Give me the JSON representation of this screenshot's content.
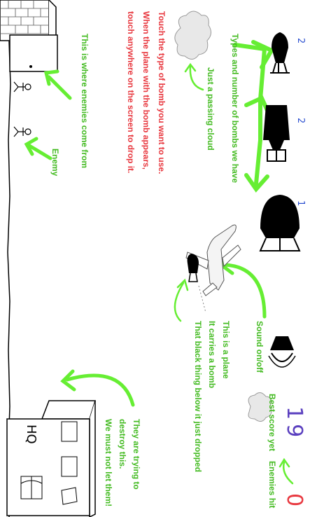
{
  "hud": {
    "bomb_counts": [
      "2",
      "2",
      "1"
    ],
    "best_score": "19",
    "enemies_hit": "0",
    "hq_sign": "HQ"
  },
  "help": {
    "types_bombs": "Types and number of bombs we have",
    "passing_cloud": "Just a passing cloud",
    "instructions": [
      "Touch the type of bomb you want to use.",
      "When the plane with the bomb appears,",
      "touch anywhere on the screen to drop it."
    ],
    "enemies_come": "This is where enemies come from",
    "enemy": "Enemy",
    "sound": "Sound on/off",
    "plane": [
      "This is a plane",
      "It carries a bomb",
      "That black thing below it just dropped"
    ],
    "best_score": "Best score yet",
    "enemies_hit": "Enemies hit",
    "hq": [
      "They are trying to",
      "destroy this.",
      "We must not let them!"
    ]
  },
  "colors": {
    "help_text": "#44bb22",
    "instructions": "#e8383f",
    "bomb_count": "#2b4fd0",
    "best_score": "#5a3fbf",
    "enemies_hit": "#e8383f",
    "arrow": "#66ee33"
  }
}
